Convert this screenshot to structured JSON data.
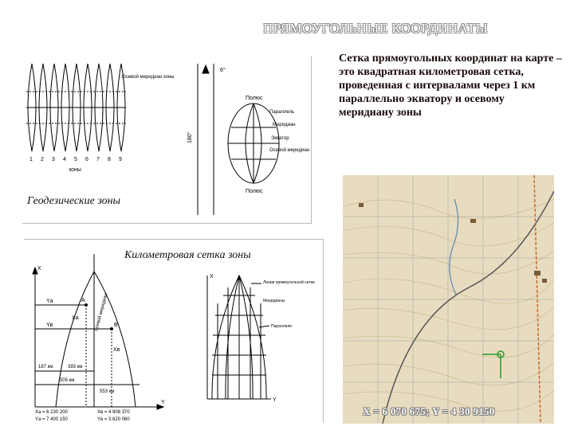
{
  "slide": {
    "title": "ПРЯМОУГОЛЬНЫЕ КООРДИНАТЫ",
    "description": "Сетка прямоугольных координат на карте – это квадратная километровая сетка, проведенная с интервалами через 1 км параллельно экватору и осевому меридиану зоны",
    "caption_zones": "Геодезические зоны",
    "caption_grid": "Километровая сетка зоны",
    "map_coords": "X = 6 070 675;   Y = 4 30 9150"
  },
  "zones_figure": {
    "axial_meridians": "Осевой меридиан зоны",
    "zone_numbers": [
      "1",
      "2",
      "3",
      "4",
      "5",
      "6",
      "7",
      "8",
      "9"
    ],
    "zones": "зоны",
    "six_deg": "6°",
    "deg_180": "180°",
    "pole_top": "Полюс",
    "pole_bottom": "Полюс",
    "parallel": "Параллель",
    "meridian": "Меридиан",
    "equator": "Экватор",
    "axial_meridian": "Осевой меридиан"
  },
  "grid_figure": {
    "x_axis": "X",
    "y_axis": "Y",
    "axial_label": "осевой меридиан",
    "ya": "Yа",
    "yb": "Yв",
    "xa": "Xа",
    "xb": "Xв",
    "point_a": "A",
    "point_b": "B",
    "d187": "187 км",
    "d393": "393 км",
    "d505": "505 км",
    "d553": "553 км",
    "xa_val": "Xа = 6 230 200",
    "ya_val": "Yа = 7 400 150",
    "xb_val": "Xв = 4 908 370",
    "yb_val": "Yв = 3 620 060",
    "grid_lines_label": "Линии прямоугольной сетки",
    "meridians_label": "Меридианы",
    "parallels_label": "Параллели"
  }
}
